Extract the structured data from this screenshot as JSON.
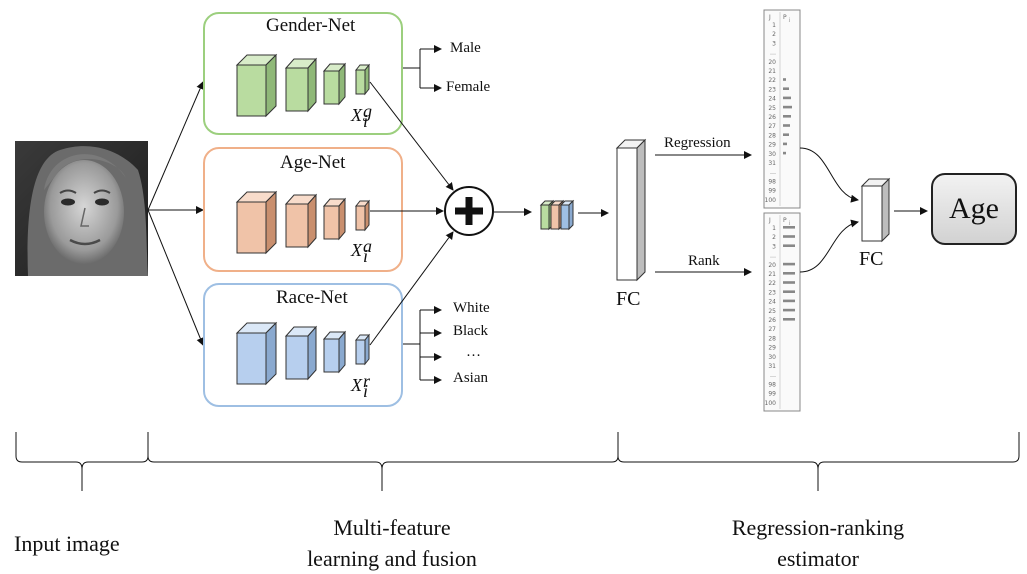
{
  "networks": {
    "gender": {
      "title": "Gender-Net",
      "feature": {
        "base": "X",
        "sup": "g",
        "sub": "i"
      },
      "outputs": [
        "Male",
        "Female"
      ]
    },
    "age": {
      "title": "Age-Net",
      "feature": {
        "base": "X",
        "sup": "a",
        "sub": "i"
      }
    },
    "race": {
      "title": "Race-Net",
      "feature": {
        "base": "X",
        "sup": "r",
        "sub": "i"
      },
      "outputs": [
        "White",
        "Black",
        "…",
        "Asian"
      ]
    }
  },
  "fc_label": "FC",
  "fc2_label": "FC",
  "branches": {
    "regression": "Regression",
    "rank": "Rank"
  },
  "tables": {
    "headers": [
      "J",
      "P"
    ],
    "header_sub": "j",
    "rows": [
      "1",
      "2",
      "3",
      "…",
      "20",
      "21",
      "22",
      "23",
      "24",
      "25",
      "26",
      "27",
      "28",
      "29",
      "30",
      "31",
      "…",
      "98",
      "99",
      "100"
    ]
  },
  "output_label": "Age",
  "stages": {
    "input": "Input image",
    "multi": "Multi-feature\nlearning and fusion",
    "estimator": "Regression-ranking\nestimator"
  },
  "colors": {
    "gender": "#9ccf7e",
    "age": "#f0b089",
    "race": "#9ebfe3",
    "gender_block": "#b9dca0",
    "age_block": "#f0c3a8",
    "race_block": "#b7cfee"
  }
}
